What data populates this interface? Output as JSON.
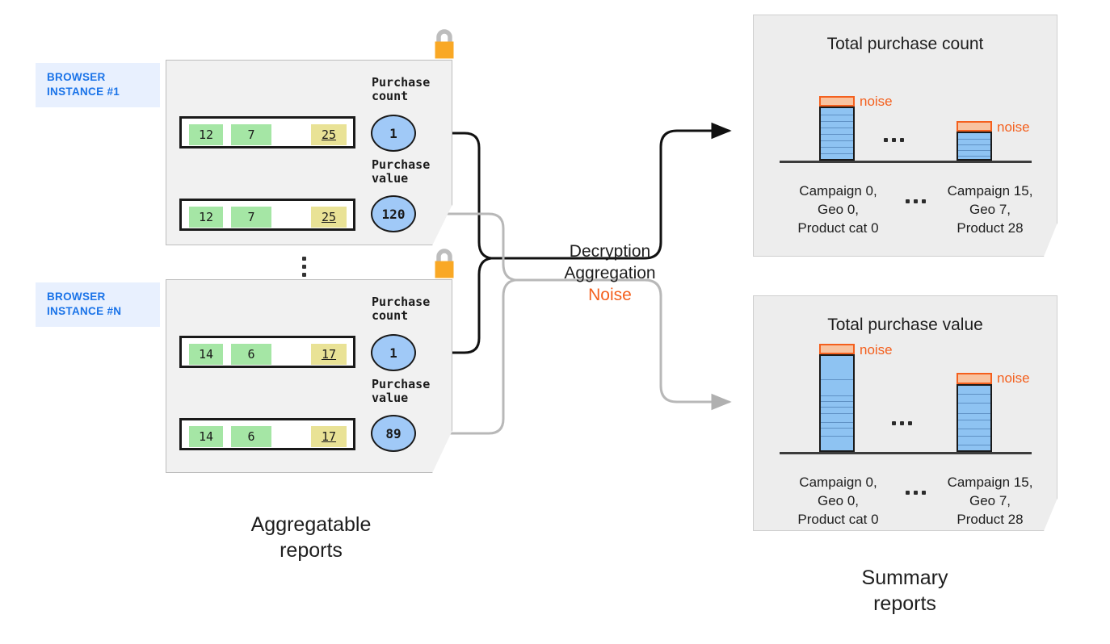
{
  "diagram": {
    "title": "Aggregatable reports to summary reports flow",
    "colors": {
      "badge_bg": "#e8f0fe",
      "badge_text": "#1a73e8",
      "card_bg": "#f1f1f1",
      "cell_green": "#a5e6a5",
      "cell_yellow": "#e9e296",
      "bubble_blue": "#a0c9f7",
      "bar_blue": "#8ec3f2",
      "noise_orange": "#f4601e",
      "noise_fill": "#f8c3a0",
      "lock_body": "#f9a825",
      "lock_shackle": "#bdbdbd"
    }
  },
  "left": {
    "caption": "Aggregatable\nreports",
    "ellipsis_icon": "vertical-ellipsis",
    "instances": [
      {
        "badge": "BROWSER\nINSTANCE #1",
        "lock_icon": "padlock-icon",
        "reports": [
          {
            "metric_label": "Purchase\ncount",
            "bubble_value": "1",
            "cells": [
              {
                "value": "12",
                "kind": "green"
              },
              {
                "value": "7",
                "kind": "green"
              },
              {
                "value": "25",
                "kind": "yellow"
              }
            ]
          },
          {
            "metric_label": "Purchase\nvalue",
            "bubble_value": "120",
            "cells": [
              {
                "value": "12",
                "kind": "green"
              },
              {
                "value": "7",
                "kind": "green"
              },
              {
                "value": "25",
                "kind": "yellow"
              }
            ]
          }
        ]
      },
      {
        "badge": "BROWSER\nINSTANCE #N",
        "lock_icon": "padlock-icon",
        "reports": [
          {
            "metric_label": "Purchase\ncount",
            "bubble_value": "1",
            "cells": [
              {
                "value": "14",
                "kind": "green"
              },
              {
                "value": "6",
                "kind": "green"
              },
              {
                "value": "17",
                "kind": "yellow"
              }
            ]
          },
          {
            "metric_label": "Purchase\nvalue",
            "bubble_value": "89",
            "cells": [
              {
                "value": "14",
                "kind": "green"
              },
              {
                "value": "6",
                "kind": "green"
              },
              {
                "value": "17",
                "kind": "yellow"
              }
            ]
          }
        ]
      }
    ]
  },
  "center": {
    "line1": "Decryption",
    "line2": "Aggregation",
    "line3": "Noise"
  },
  "right": {
    "caption": "Summary\nreports",
    "ellipsis_icon": "horizontal-ellipsis",
    "noise_label": "noise"
  },
  "chart_data": [
    {
      "type": "bar",
      "title": "Total purchase count",
      "categories": [
        "Campaign 0,\nGeo 0,\nProduct cat 0",
        "Campaign 15,\nGeo 7,\nProduct 28"
      ],
      "values": [
        8,
        5
      ],
      "noise": [
        0.8,
        0.8
      ],
      "segments": [
        [
          1,
          1,
          1,
          1,
          1,
          1,
          1,
          1
        ],
        [
          1,
          1,
          1,
          1,
          1
        ]
      ],
      "xlabel": "",
      "ylabel": "",
      "ylim": [
        0,
        10
      ],
      "grid": false,
      "legend": "none",
      "annotations": [
        "noise",
        "noise"
      ],
      "gap_marker": "..."
    },
    {
      "type": "bar",
      "title": "Total purchase value",
      "categories": [
        "Campaign 0,\nGeo 0,\nProduct cat 0",
        "Campaign 15,\nGeo 7,\nProduct 28"
      ],
      "values": [
        9.2,
        7
      ],
      "noise": [
        0.75,
        0.75
      ],
      "segments": [
        [
          2.3,
          0.3,
          0.5,
          0.4,
          0.9,
          0.5,
          0.6,
          0.5,
          3.2
        ],
        [
          0.6,
          0.9,
          1.1,
          0.6,
          0.9,
          0.8,
          1.2,
          0.9
        ]
      ],
      "xlabel": "",
      "ylabel": "",
      "ylim": [
        0,
        10
      ],
      "grid": false,
      "legend": "none",
      "annotations": [
        "noise",
        "noise"
      ],
      "gap_marker": "..."
    }
  ]
}
